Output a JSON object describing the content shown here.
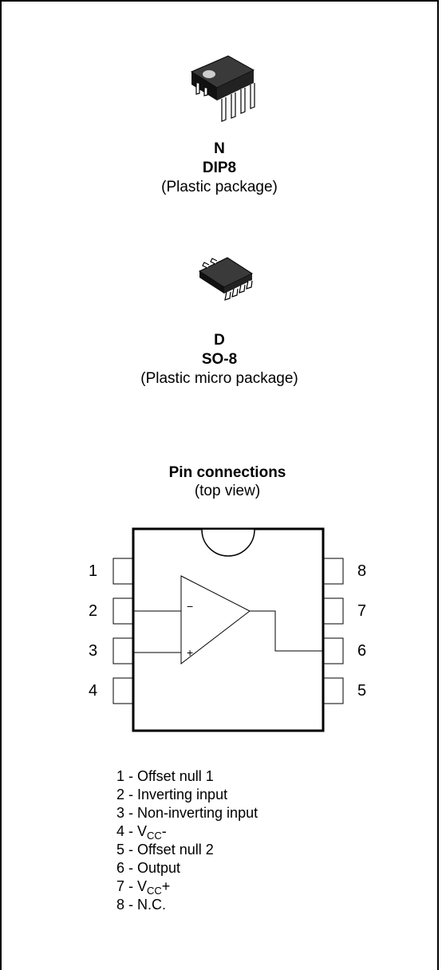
{
  "packages": [
    {
      "code": "N",
      "name": "DIP8",
      "desc": "(Plastic package)"
    },
    {
      "code": "D",
      "name": "SO-8",
      "desc": "(Plastic micro package)"
    }
  ],
  "pin_connections": {
    "title": "Pin connections",
    "subtitle": "(top view)",
    "left_pins": [
      "1",
      "2",
      "3",
      "4"
    ],
    "right_pins": [
      "8",
      "7",
      "6",
      "5"
    ],
    "opamp_minus": "−",
    "opamp_plus": "+"
  },
  "legend": [
    {
      "text": "1 - Offset null 1"
    },
    {
      "text": "2 - Inverting input"
    },
    {
      "text": "3 - Non-inverting input"
    },
    {
      "pre": "4 - V",
      "sub": "CC",
      "post": "-"
    },
    {
      "text": "5 - Offset null 2"
    },
    {
      "text": "6 - Output"
    },
    {
      "pre": "7 - V",
      "sub": "CC",
      "post": "+"
    },
    {
      "text": "8 - N.C."
    }
  ]
}
